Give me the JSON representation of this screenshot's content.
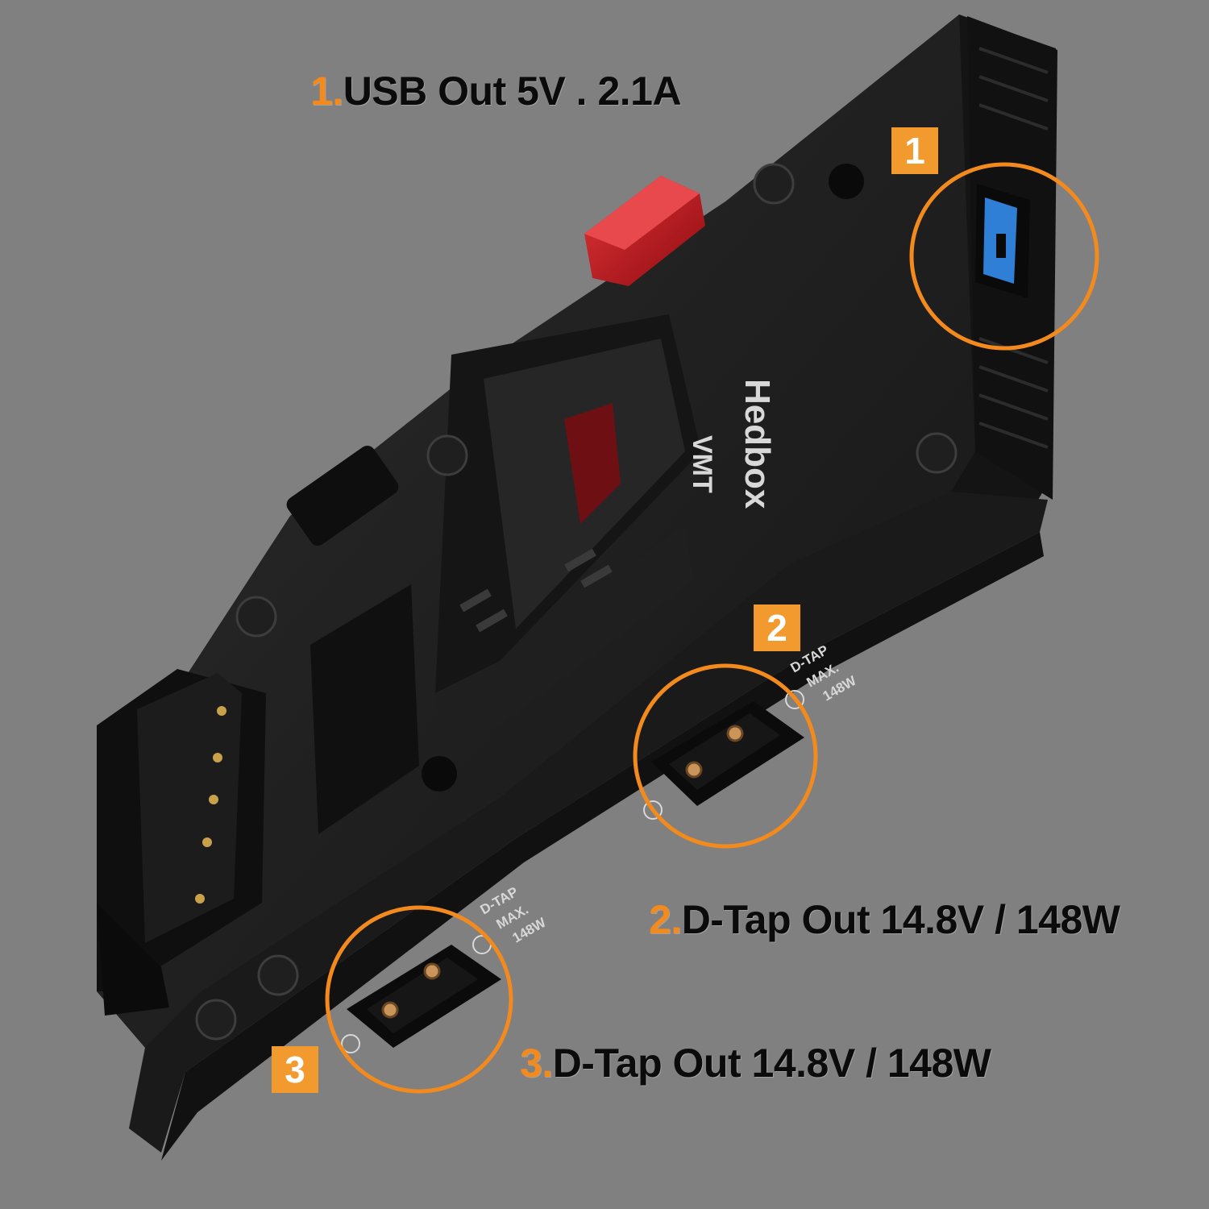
{
  "callouts": [
    {
      "number": "1.",
      "text": "USB Out 5V . 2.1A"
    },
    {
      "number": "2.",
      "text": "D-Tap Out 14.8V / 148W"
    },
    {
      "number": "3.",
      "text": "D-Tap Out 14.8V / 148W"
    }
  ],
  "badges": [
    "1",
    "2",
    "3"
  ],
  "plate": {
    "brand": "Hedbox",
    "mount_label": "VMT",
    "dtap_upper": {
      "line1": "D-TAP",
      "line2": "MAX.",
      "line3": "148W"
    },
    "dtap_lower": {
      "line1": "D-TAP",
      "line2": "MAX.",
      "line3": "148W"
    }
  },
  "colors": {
    "background": "#808080",
    "accent_orange": "#f28a1e",
    "badge_orange": "#f29a2e",
    "plate_black": "#1c1c1c",
    "release_red": "#c0141b",
    "usb_blue": "#2f7fd6"
  }
}
